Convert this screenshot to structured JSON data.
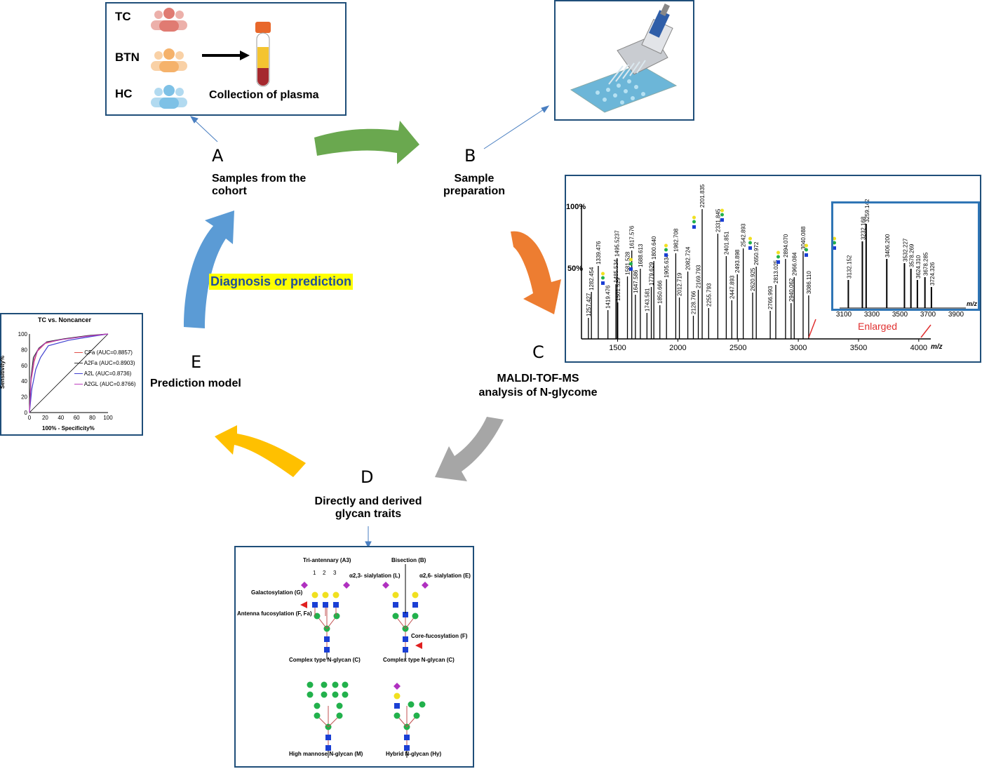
{
  "cohort": {
    "groups": [
      "TC",
      "BTN",
      "HC"
    ],
    "collection": "Collection of plasma"
  },
  "steps": {
    "A": {
      "letter": "A",
      "line1": "Samples from the",
      "line2": "cohort"
    },
    "B": {
      "letter": "B",
      "line1": "Sample",
      "line2": "preparation"
    },
    "C": {
      "letter": "C",
      "line1": "MALDI-TOF-MS",
      "line2": "analysis of N-glycome"
    },
    "D": {
      "letter": "D",
      "line1": "Directly and derived",
      "line2": "glycan traits"
    },
    "E": {
      "letter": "E",
      "line1": "Prediction model"
    }
  },
  "center_label": "Diagnosis or prediction",
  "spectrum": {
    "y100": "100%",
    "y50": "50%",
    "enlarged": "Enlarged",
    "mz": "m/z",
    "x_ticks": [
      "1500",
      "2000",
      "2500",
      "3000",
      "3500",
      "4000"
    ],
    "inset_ticks": [
      "3100",
      "3300",
      "3500",
      "3700",
      "3900"
    ],
    "peaks": [
      "1257.427",
      "1282.454",
      "1339.476",
      "1419.476",
      "1485.534",
      "1495.5237",
      "1501.529",
      "1581.528",
      "1617.576",
      "1647.586",
      "1688.613",
      "1743.581",
      "1779.629",
      "1800.640",
      "1850.666",
      "1905.634",
      "1982.708",
      "2012.719",
      "2082.724",
      "2128.766",
      "2169.793",
      "2201.835",
      "2255.793",
      "2331.845",
      "2401.851",
      "2447.893",
      "2493.898",
      "2542.893",
      "2620.925",
      "2650.972",
      "2766.993",
      "2813.025",
      "2894.070",
      "2940.062",
      "2966.084",
      "3040.088",
      "3086.110"
    ],
    "inset_peaks": [
      "3132.152",
      "3232.168",
      "3259.142",
      "3406.200",
      "3532.227",
      "3578.269",
      "3624.310",
      "3678.285",
      "3724.326"
    ]
  },
  "roc": {
    "title": "TC vs. Noncancer",
    "ylabel": "Sensitivity%",
    "xlabel": "100% - Specificity%",
    "ticks": [
      "0",
      "20",
      "40",
      "60",
      "80",
      "100"
    ],
    "legend": [
      {
        "name": "CFa (AUC=0.8857)",
        "color": "#e0504a"
      },
      {
        "name": "A2Fa (AUC=0.8903)",
        "color": "#333333"
      },
      {
        "name": "A2L (AUC=0.8736)",
        "color": "#4040d0"
      },
      {
        "name": "A2GL (AUC=0.8766)",
        "color": "#c040c0"
      }
    ]
  },
  "glycans": {
    "tri": "Tri-antennary (A3)",
    "ant": [
      "1",
      "2",
      "3"
    ],
    "gal": "Galactosylation (G)",
    "afuc": "Antenna fucosylation (F, Fa)",
    "cplx1": "Complex type N-glycan (C)",
    "bis": "Bisection (B)",
    "a23": "α2,3- sialylation (L)",
    "a26": "α2,6- sialylation (E)",
    "core": "Core-fucosylation (F)",
    "cplx2": "Complex type N-glycan (C)",
    "hm": "High mannose N-glycan (M)",
    "hy": "Hybrid N-glycan (Hy)"
  },
  "colors": {
    "panel_border": "#1f4e79",
    "green_arrow": "#6aa84f",
    "orange_arrow": "#ed7d31",
    "gray_arrow": "#a6a6a6",
    "yellow_arrow": "#ffc000",
    "blue_arrow": "#5b9bd5",
    "highlight": "#ffff00",
    "label_blue": "#1f4e9a",
    "enlarged_red": "#e03030"
  }
}
